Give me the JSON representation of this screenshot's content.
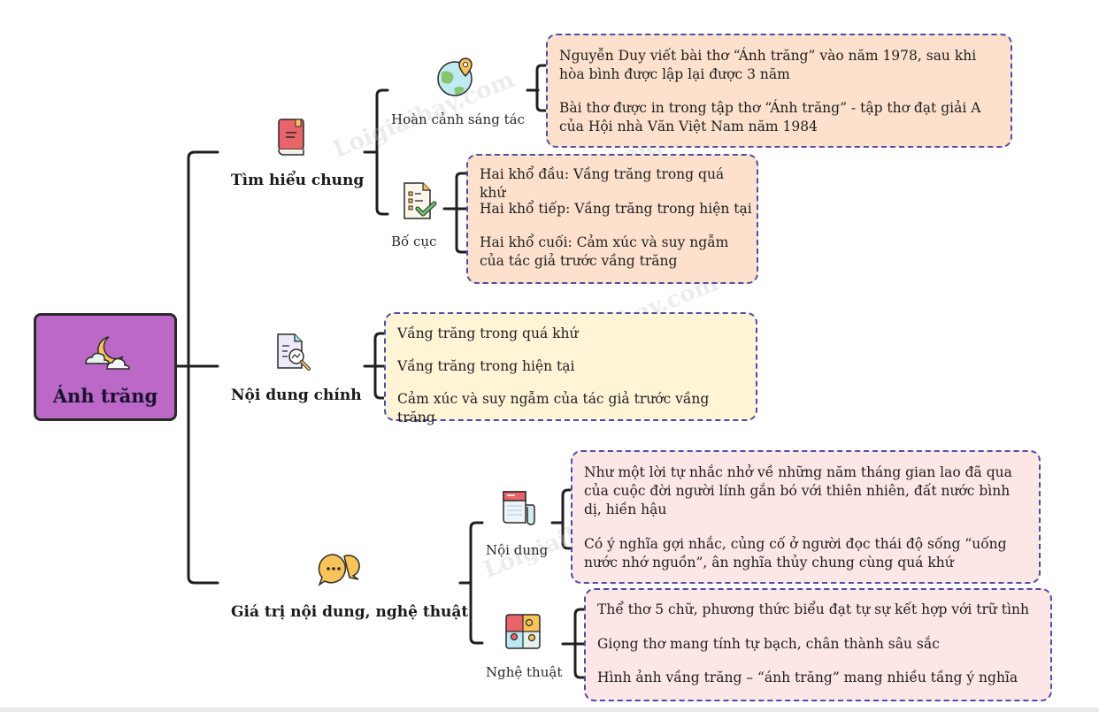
{
  "root": {
    "title": "Ánh trăng",
    "icon": "moon-cloud-icon"
  },
  "branches": [
    {
      "label": "Tìm hiểu chung",
      "icon": "book-icon",
      "children": [
        {
          "label": "Hoàn cảnh sáng tác",
          "icon": "globe-pin-icon",
          "items": [
            "Nguyễn Duy viết bài thơ “Ánh trăng” vào năm 1978, sau khi hòa bình được lập lại được 3 năm",
            "Bài thơ được in trong tập thơ “Ánh trăng” - tập thơ đạt giải A của Hội nhà Văn Việt Nam năm 1984"
          ]
        },
        {
          "label": "Bố cục",
          "icon": "checklist-icon",
          "items": [
            "Hai khổ đầu: Vầng trăng trong quá khứ",
            "Hai khổ tiếp: Vầng trăng trong hiện tại",
            "Hai khổ cuối: Cảm xúc và suy ngẫm của tác giả trước vầng trăng"
          ]
        }
      ]
    },
    {
      "label": "Nội dung chính",
      "icon": "document-search-icon",
      "items": [
        "Vầng trăng trong quá khứ",
        "Vầng trăng trong hiện tại",
        "Cảm xúc và suy ngẫm của tác giả trước vầng trăng"
      ]
    },
    {
      "label": "Giá trị nội dung, nghệ thuật",
      "icon": "chat-bubbles-icon",
      "children": [
        {
          "label": "Nội dung",
          "icon": "newspaper-icon",
          "items": [
            "Như một lời tự nhắc nhở về những năm tháng gian lao đã qua của cuộc đời người lính gắn bó với thiên nhiên, đất nước bình dị, hiền hậu",
            "Có ý nghĩa gợi nhắc, củng cố ở người đọc thái độ sống “uống nước nhớ nguồn”, ân nghĩa thủy chung cùng quá khứ"
          ]
        },
        {
          "label": "Nghệ thuật",
          "icon": "puzzle-icon",
          "items": [
            "Thể thơ 5 chữ, phương thức biểu đạt tự sự kết hợp với trữ tình",
            "Giọng thơ mang tính tự bạch, chân thành sâu sắc",
            "Hình ảnh vầng trăng – “ánh trăng” mang nhiều tầng ý nghĩa"
          ]
        }
      ]
    }
  ],
  "watermark": "Loigiaihay.com",
  "colors": {
    "root_fill": "#bb68c6",
    "peach_box": "#fde1cc",
    "cream_box": "#fff4d6",
    "pink_box": "#fde6e6",
    "dash_border": "#4a4fa6"
  }
}
